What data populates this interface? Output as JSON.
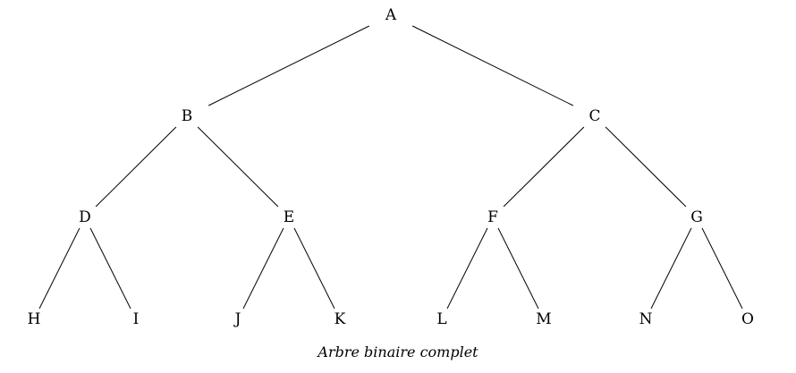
{
  "tree": {
    "nodes": [
      {
        "id": "A",
        "label": "A",
        "children": [
          "B",
          "C"
        ]
      },
      {
        "id": "B",
        "label": "B",
        "children": [
          "D",
          "E"
        ]
      },
      {
        "id": "C",
        "label": "C",
        "children": [
          "F",
          "G"
        ]
      },
      {
        "id": "D",
        "label": "D",
        "children": [
          "H",
          "I"
        ]
      },
      {
        "id": "E",
        "label": "E",
        "children": [
          "J",
          "K"
        ]
      },
      {
        "id": "F",
        "label": "F",
        "children": [
          "L",
          "M"
        ]
      },
      {
        "id": "G",
        "label": "G",
        "children": [
          "N",
          "O"
        ]
      },
      {
        "id": "H",
        "label": "H",
        "children": []
      },
      {
        "id": "I",
        "label": "I",
        "children": []
      },
      {
        "id": "J",
        "label": "J",
        "children": []
      },
      {
        "id": "K",
        "label": "K",
        "children": []
      },
      {
        "id": "L",
        "label": "L",
        "children": []
      },
      {
        "id": "M",
        "label": "M",
        "children": []
      },
      {
        "id": "N",
        "label": "N",
        "children": []
      },
      {
        "id": "O",
        "label": "O",
        "children": []
      }
    ]
  },
  "caption": "Arbre binaire complet"
}
